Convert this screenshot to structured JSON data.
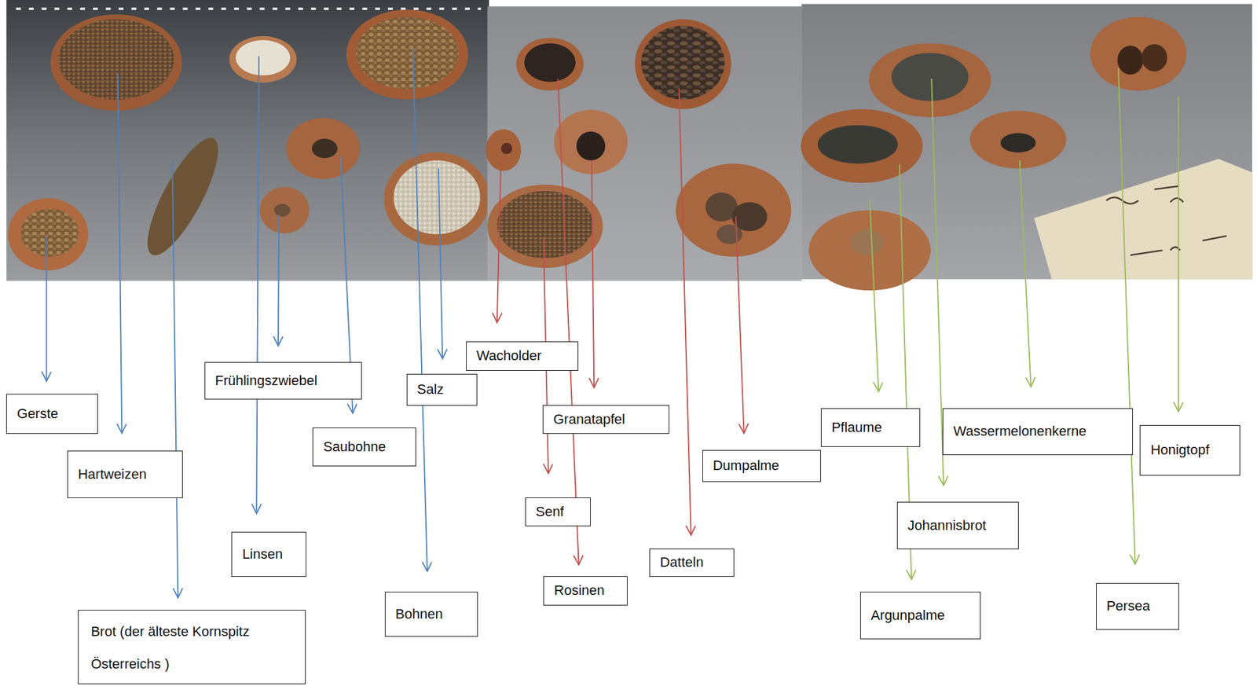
{
  "diagram": {
    "nodes": [
      {
        "text": [
          "Gerste"
        ]
      },
      {
        "text": [
          "Hartweizen"
        ]
      },
      {
        "text": [
          "Brot (der älteste Kornspitz Österreichs )"
        ]
      },
      {
        "text": [
          "Frühlingszwiebel"
        ]
      },
      {
        "text": [
          "Linsen"
        ]
      },
      {
        "text": [
          "Saubohne"
        ]
      },
      {
        "text": [
          "Salz"
        ]
      },
      {
        "text": [
          "Bohnen"
        ]
      },
      {
        "text": [
          "Wacholder"
        ]
      },
      {
        "text": [
          "Granatapfel"
        ]
      },
      {
        "text": [
          "Senf"
        ]
      },
      {
        "text": [
          "Rosinen"
        ]
      },
      {
        "text": [
          "Dumpalme"
        ]
      },
      {
        "text": [
          "Datteln"
        ]
      },
      {
        "text": [
          "Pflaume"
        ]
      },
      {
        "text": [
          "Wassermelonenkerne"
        ]
      },
      {
        "text": [
          "Honigtopf"
        ]
      },
      {
        "text": [
          "Johannisbrot"
        ]
      },
      {
        "text": [
          "Argunpalme"
        ]
      },
      {
        "text": [
          "Persea"
        ]
      }
    ]
  }
}
